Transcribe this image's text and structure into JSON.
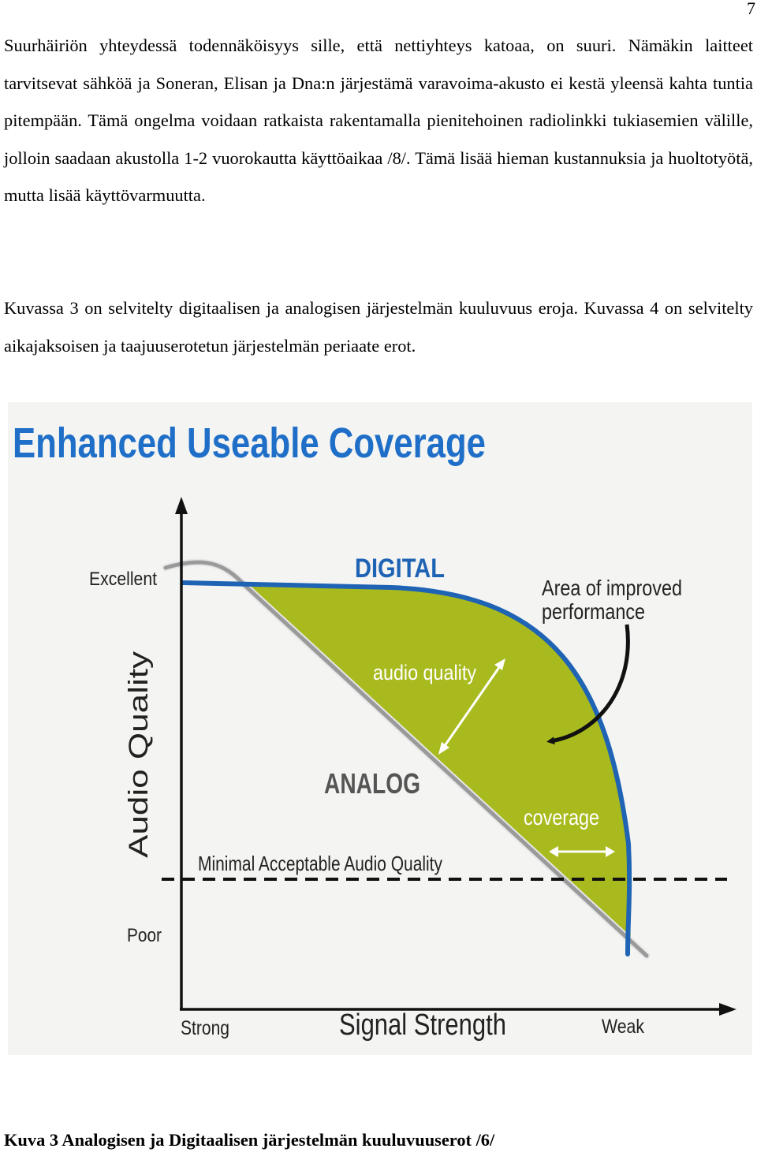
{
  "page": {
    "number": "7",
    "paragraphs": [
      "Suurhäiriön yhteydessä todennäköisyys sille, että nettiyhteys katoaa, on suuri. Nämäkin laitteet tarvitsevat sähköä ja Soneran, Elisan ja Dna:n järjestämä varavoima-akusto ei kestä yleensä kahta tuntia pitempään. Tämä ongelma voidaan ratkaista rakentamalla pienitehoinen radiolinkki tukiasemien välille, jolloin saadaan akustolla 1-2 vuorokautta käyttöaikaa /8/. Tämä lisää hieman kustannuksia ja huoltotyötä, mutta lisää käyttövarmuutta.",
      "Kuvassa 3 on selvitelty digitaalisen ja analogisen järjestelmän kuuluvuus eroja. Kuvassa 4 on selvitelty aikajaksoisen ja taajuuserotetun järjestelmän periaate erot."
    ],
    "caption": "Kuva 3 Analogisen ja Digitaalisen järjestelmän kuuluvuuserot /6/"
  },
  "figure": {
    "title": "Enhanced Useable Coverage",
    "y_axis_label": "Audio Quality",
    "x_axis_label": "Signal Strength",
    "y_top_label": "Excellent",
    "y_bottom_label": "Poor",
    "x_left_label": "Strong",
    "x_right_label": "Weak",
    "digital_label": "DIGITAL",
    "analog_label": "ANALOG",
    "improved_area_label_line1": "Area of improved",
    "improved_area_label_line2": "performance",
    "audio_quality_arrow_label": "audio quality",
    "coverage_arrow_label": "coverage",
    "threshold_label": "Minimal Acceptable Audio Quality",
    "colors": {
      "title": "#1f6fc8",
      "digital_curve": "#1f63b5",
      "analog_curve": "#9a9a9a",
      "improved_area": "#a9ba1e",
      "text": "#222222",
      "arrow_white": "#ffffff"
    }
  }
}
